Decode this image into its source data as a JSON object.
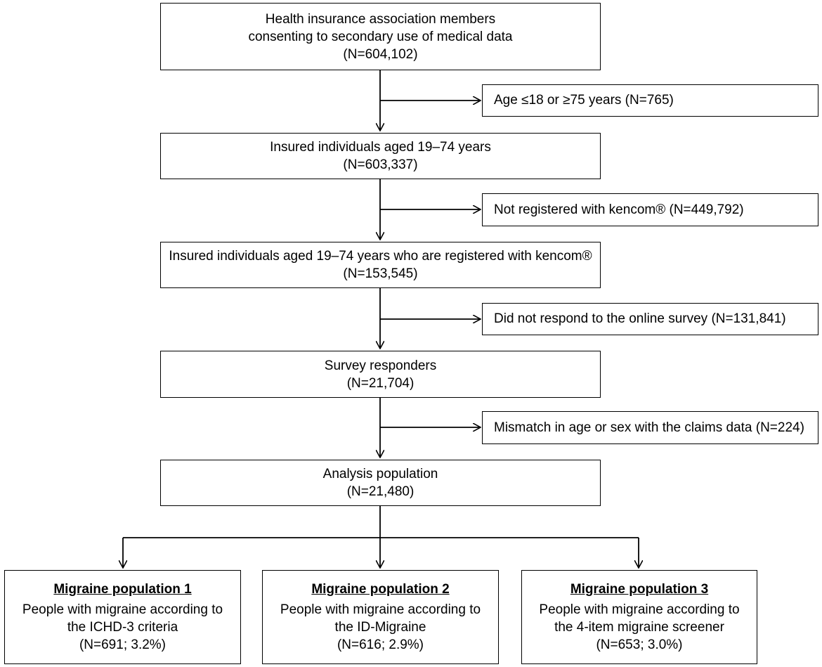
{
  "main_boxes": [
    {
      "lines": [
        "Health insurance association members",
        "consenting to secondary use of medical data",
        "(N=604,102)"
      ]
    },
    {
      "lines": [
        "Insured individuals aged 19–74 years",
        "(N=603,337)"
      ]
    },
    {
      "lines": [
        "Insured individuals aged 19–74 years who are registered with kencom®",
        "(N=153,545)"
      ]
    },
    {
      "lines": [
        "Survey responders",
        "(N=21,704)"
      ]
    },
    {
      "lines": [
        "Analysis population",
        "(N=21,480)"
      ]
    }
  ],
  "exclusions": [
    "Age ≤18 or ≥75 years (N=765)",
    "Not registered with kencom® (N=449,792)",
    "Did not respond to the online survey (N=131,841)",
    "Mismatch in age or sex with the claims data (N=224)"
  ],
  "populations": [
    {
      "title": "Migraine population 1",
      "lines": [
        "People with migraine according to",
        "the ICHD-3 criteria",
        "(N=691; 3.2%)"
      ]
    },
    {
      "title": "Migraine population 2",
      "lines": [
        "People with migraine according to",
        "the ID-Migraine",
        "(N=616; 2.9%)"
      ]
    },
    {
      "title": "Migraine population 3",
      "lines": [
        "People with migraine according to",
        "the 4-item migraine screener",
        "(N=653; 3.0%)"
      ]
    }
  ]
}
